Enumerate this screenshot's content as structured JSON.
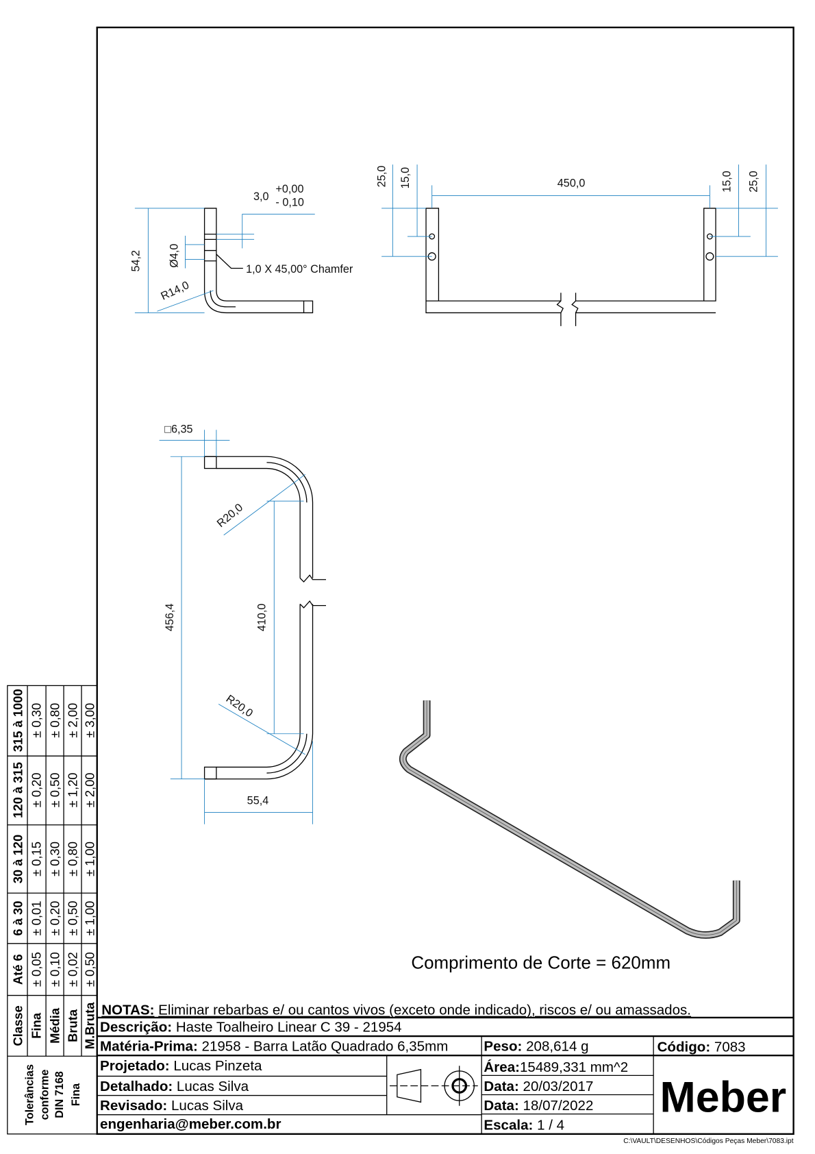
{
  "notes": {
    "label": "NOTAS:",
    "text": "Eliminar rebarbas e/ ou cantos vivos (exceto onde indicado), riscos e/ ou amassados."
  },
  "title_block": {
    "descricao_label": "Descrição:",
    "descricao": "Haste Toalheiro Linear C 39 - 21954",
    "materia_label": "Matéria-Prima:",
    "materia": "21958 - Barra Latão Quadrado 6,35mm",
    "peso_label": "Peso:",
    "peso": "208,614 g",
    "codigo_label": "Código:",
    "codigo": "7083",
    "projetado_label": "Projetado:",
    "projetado": "Lucas Pinzeta",
    "detalhado_label": "Detalhado:",
    "detalhado": "Lucas Silva",
    "revisado_label": "Revisado:",
    "revisado": "Lucas Silva",
    "email": "engenharia@meber.com.br",
    "area_label": "Área:",
    "area": "15489,331 mm^2",
    "data1_label": "Data:",
    "data1": "20/03/2017",
    "data2_label": "Data:",
    "data2": "18/07/2022",
    "escala_label": "Escala:",
    "escala": "1 / 4",
    "logo": "Meber",
    "file_path": "C:\\VAULT\\DESENHOS\\Códigos Peças Meber\\7083.ipt"
  },
  "tolerances": {
    "title_lines": [
      "Tolerâncias",
      "conforme",
      "DIN 7168",
      "Fina"
    ],
    "class_header": "Classe",
    "ranges": [
      "Até 6",
      "6 à 30",
      "30 à 120",
      "120 à 315",
      "315 à 1000"
    ],
    "rows": [
      {
        "class": "Fina",
        "values": [
          "± 0,05",
          "± 0,01",
          "± 0,15",
          "± 0,20",
          "± 0,30"
        ]
      },
      {
        "class": "Média",
        "values": [
          "± 0,10",
          "± 0,20",
          "± 0,30",
          "± 0,50",
          "± 0,80"
        ]
      },
      {
        "class": "Bruta",
        "values": [
          "± 0,02",
          "± 0,50",
          "± 0,80",
          "± 1,20",
          "± 2,00"
        ]
      },
      {
        "class": "M.Bruta",
        "values": [
          "± 0,50",
          "± 1,00",
          "± 1,00",
          "± 2,00",
          "± 3,00"
        ]
      }
    ]
  },
  "dimensions": {
    "side": {
      "height": "54,2",
      "hole": "Ø4,0",
      "offset": "3,0",
      "tol_plus": "+0,00",
      "tol_minus": "- 0,10",
      "chamfer": "1,0 X 45,00° Chamfer",
      "radius": "R14,0"
    },
    "front": {
      "width": "450,0",
      "left_a": "25,0",
      "left_b": "15,0",
      "right_b": "15,0",
      "right_a": "25,0"
    },
    "top": {
      "section": "□6,35",
      "overall": "456,4",
      "inner": "410,0",
      "depth": "55,4",
      "radius_top": "R20,0",
      "radius_bottom": "R20,0"
    }
  },
  "cut_length": "Comprimento de Corte = 620mm"
}
